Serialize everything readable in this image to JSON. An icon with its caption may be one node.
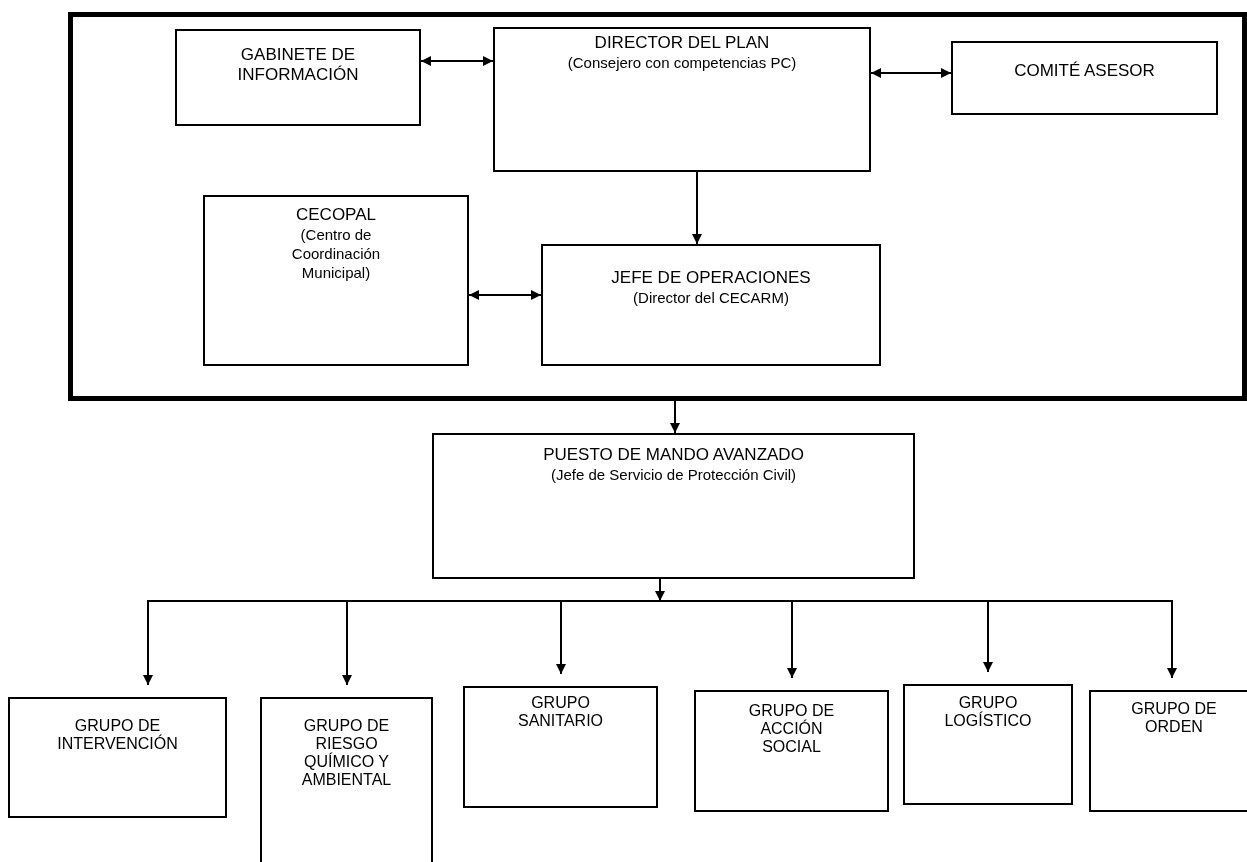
{
  "diagram": {
    "nodes": [
      {
        "text": [],
        "shape": "box"
      },
      {
        "text": [
          "GABINETE DE INFORMACIÓN"
        ],
        "in": 0
      },
      {
        "text": [
          "DIRECTOR DEL PLAN",
          "(Consejero con competencias PC)"
        ],
        "in": 0
      },
      {
        "text": [
          "COMITÉ ASESOR"
        ],
        "in": 0
      },
      {
        "text": [
          "CECOPAL",
          "(Centro de Coordinación Municipal)"
        ],
        "in": 0
      },
      {
        "text": [
          "JEFE DE OPERACIONES",
          "(Director del CECARM)"
        ],
        "in": 0
      },
      {
        "text": [
          "PUESTO DE MANDO AVANZADO",
          "(Jefe de Servicio de Protección Civil)"
        ]
      },
      {
        "text": [
          "GRUPO DE INTERVENCIÓN"
        ]
      },
      {
        "text": [
          "GRUPO DE RIESGO QUÍMICO Y AMBIENTAL"
        ]
      },
      {
        "text": [
          "GRUPO SANITARIO"
        ]
      },
      {
        "text": [
          "GRUPO DE ACCIÓN SOCIAL"
        ]
      },
      {
        "text": [
          "GRUPO LOGÍSTICO"
        ]
      },
      {
        "text": [
          "GRUPO DE ORDEN"
        ]
      }
    ],
    "edges": [
      {
        "from": 1,
        "to": 2,
        "arrow": "both"
      },
      {
        "from": 2,
        "to": 3,
        "arrow": "both"
      },
      {
        "from": 2,
        "to": 5,
        "arrow": "to"
      },
      {
        "from": 4,
        "to": 5,
        "arrow": "both"
      },
      {
        "from": 0,
        "to": 6,
        "arrow": "to"
      },
      {
        "from": 6,
        "to": 7,
        "arrow": "to"
      },
      {
        "from": 6,
        "to": 8,
        "arrow": "to"
      },
      {
        "from": 6,
        "to": 9,
        "arrow": "to"
      },
      {
        "from": 6,
        "to": 10,
        "arrow": "to"
      },
      {
        "from": 6,
        "to": 11,
        "arrow": "to"
      },
      {
        "from": 6,
        "to": 12,
        "arrow": "to"
      }
    ]
  }
}
